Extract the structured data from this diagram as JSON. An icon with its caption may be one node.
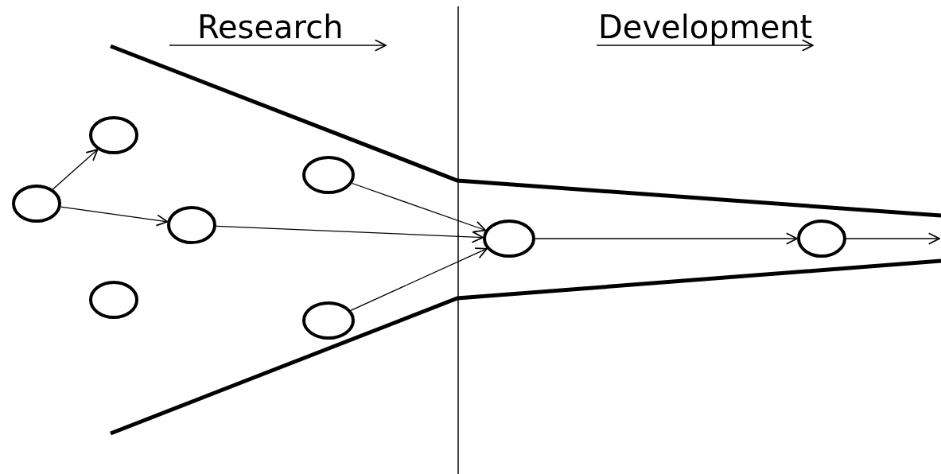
{
  "diagram": {
    "nodes": [
      {
        "text": [],
        "shape": "circle"
      },
      {
        "text": [],
        "shape": "circle"
      },
      {
        "text": [],
        "shape": "circle"
      },
      {
        "text": [],
        "shape": "circle"
      },
      {
        "text": [],
        "shape": "circle"
      },
      {
        "text": [],
        "shape": "circle"
      },
      {
        "text": [],
        "shape": "circle"
      },
      {
        "text": [],
        "shape": "circle"
      }
    ],
    "edges": [
      {
        "from": 0,
        "to": 1,
        "arrow": "to"
      },
      {
        "from": 0,
        "to": 2,
        "arrow": "to"
      },
      {
        "from": 4,
        "to": 6,
        "arrow": "to"
      },
      {
        "from": 2,
        "to": 6,
        "arrow": "to"
      },
      {
        "from": 5,
        "to": 6,
        "arrow": "to"
      },
      {
        "from": 6,
        "to": 7,
        "arrow": "to"
      },
      {
        "from": 7,
        "to": null,
        "arrow": "to"
      }
    ],
    "labels": [
      "Research",
      "Development"
    ]
  }
}
